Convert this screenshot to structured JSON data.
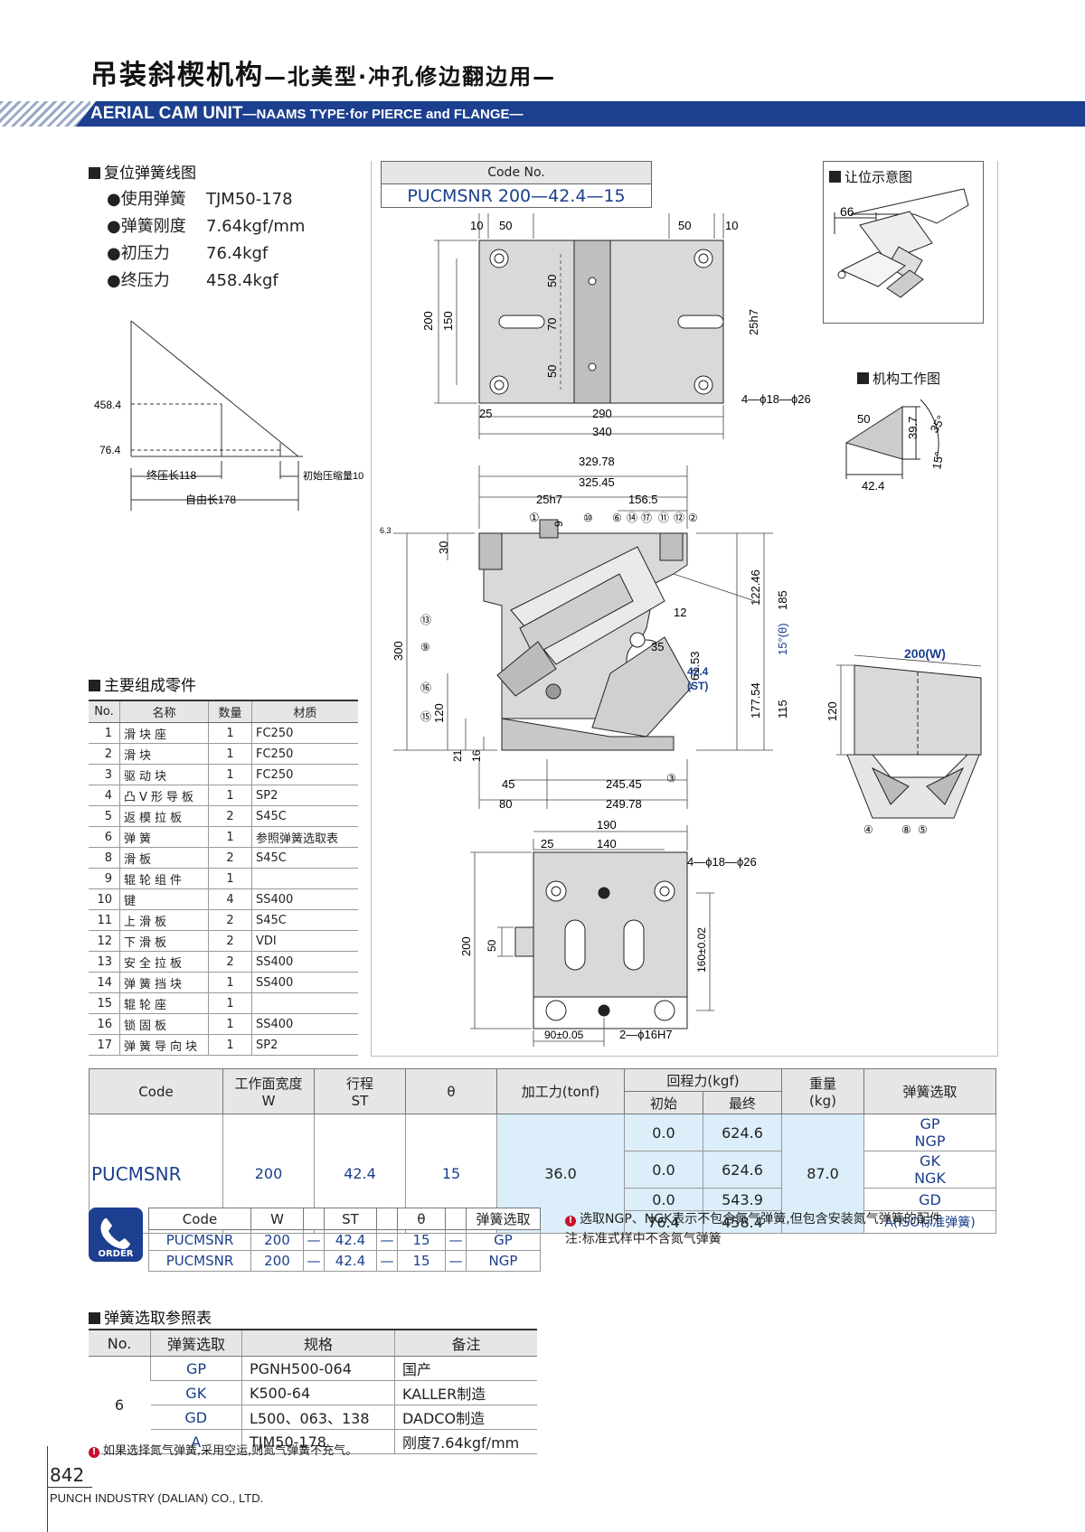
{
  "header": {
    "title_cn": "吊装斜楔机构",
    "title_cn_sub": "—北美型·冲孔修边翻边用—",
    "title_en": "AERIAL CAM UNIT",
    "title_en_sub": "—NAAMS TYPE·for PIERCE and FLANGE—"
  },
  "spring_graph": {
    "heading": "复位弹簧线图",
    "specs": [
      {
        "k": "●使用弹簧",
        "v": "TJM50-178"
      },
      {
        "k": "●弹簧刚度",
        "v": "7.64kgf/mm"
      },
      {
        "k": "●初压力",
        "v": "76.4kgf"
      },
      {
        "k": "●终压力",
        "v": "458.4kgf"
      }
    ],
    "y_labels": [
      "458.4",
      "76.4"
    ],
    "final_length": "终压长118",
    "initial_compression": "初始压缩量10",
    "free_length": "自由长178"
  },
  "drawing": {
    "code_label": "Code No.",
    "code_value": "PUCMSNR 200—42.4—15",
    "clearance_title": "让位示意图",
    "work_title": "机构工作图",
    "dims_top": [
      "10",
      "50",
      "50",
      "10",
      "200",
      "150",
      "50",
      "70",
      "50",
      "25h7",
      "4—ϕ18—ϕ26",
      "25",
      "290",
      "340"
    ],
    "dims_mid": [
      "329.78",
      "325.45",
      "25h7",
      "156.5",
      "30",
      "9",
      "300",
      "120",
      "21",
      "16",
      "45",
      "245.45",
      "80",
      "249.78",
      "12",
      "35",
      "61.53",
      "42.4",
      "(ST)",
      "122.46",
      "185",
      "15°(θ)",
      "177.54",
      "115",
      "6.3"
    ],
    "dims_bottom": [
      "190",
      "25",
      "140",
      "4—ϕ18—ϕ26",
      "200",
      "50",
      "160±0.02",
      "90±0.05",
      "2—ϕ16H7"
    ],
    "clearance_dim": "66",
    "work_dims": [
      "50",
      "39.7",
      "35°",
      "15°",
      "42.4"
    ],
    "w_label": "200(W)",
    "w_height": "120",
    "callouts_top": [
      "①",
      "⑩",
      "⑥",
      "⑭",
      "⑰",
      "⑪",
      "⑫",
      "②"
    ],
    "callouts_left": [
      "⑬",
      "⑨",
      "⑯",
      "⑮"
    ],
    "callouts_other": [
      "③",
      "④",
      "⑧",
      "⑤"
    ]
  },
  "parts": {
    "heading": "主要组成零件",
    "headers": [
      "No.",
      "名称",
      "数量",
      "材质"
    ],
    "rows": [
      [
        "1",
        "滑块座",
        "1",
        "FC250"
      ],
      [
        "2",
        "滑块",
        "1",
        "FC250"
      ],
      [
        "3",
        "驱动块",
        "1",
        "FC250"
      ],
      [
        "4",
        "凸V形导板",
        "1",
        "SP2"
      ],
      [
        "5",
        "返模拉板",
        "2",
        "S45C"
      ],
      [
        "6",
        "弹簧",
        "1",
        "参照弹簧选取表"
      ],
      [
        "8",
        "滑板",
        "2",
        "S45C"
      ],
      [
        "9",
        "辊轮组件",
        "1",
        ""
      ],
      [
        "10",
        "键",
        "4",
        "SS400"
      ],
      [
        "11",
        "上滑板",
        "2",
        "S45C"
      ],
      [
        "12",
        "下滑板",
        "2",
        "VDI"
      ],
      [
        "13",
        "安全拉板",
        "2",
        "SS400"
      ],
      [
        "14",
        "弹簧挡块",
        "1",
        "SS400"
      ],
      [
        "15",
        "辊轮座",
        "1",
        ""
      ],
      [
        "16",
        "锁固板",
        "1",
        "SS400"
      ],
      [
        "17",
        "弹簧导向块",
        "1",
        "SP2"
      ]
    ]
  },
  "main_table": {
    "h_code": "Code",
    "h_w1": "工作面宽度",
    "h_w2": "W",
    "h_st1": "行程",
    "h_st2": "ST",
    "h_theta": "θ",
    "h_force": "加工力(tonf)",
    "h_return": "回程力(kgf)",
    "h_return_start": "初始",
    "h_return_end": "最终",
    "h_weight1": "重量",
    "h_weight2": "(kg)",
    "h_spring": "弹簧选取",
    "code": "PUCMSNR",
    "w": "200",
    "st": "42.4",
    "theta": "15",
    "force": "36.0",
    "weight": "87.0",
    "returns": [
      [
        "0.0",
        "624.6"
      ],
      [
        "0.0",
        "624.6"
      ],
      [
        "0.0",
        "543.9"
      ],
      [
        "76.4",
        "458.4"
      ]
    ],
    "springs": [
      [
        "GP",
        "NGP"
      ],
      [
        "GK",
        "NGK"
      ],
      [
        "GD",
        ""
      ],
      [
        "A(ISO标准弹簧)",
        ""
      ]
    ]
  },
  "order": {
    "icon_label": "ORDER",
    "headers": [
      "Code",
      "W",
      "",
      "ST",
      "",
      "θ",
      "",
      "弹簧选取"
    ],
    "rows": [
      [
        "PUCMSNR",
        "200",
        "—",
        "42.4",
        "—",
        "15",
        "—",
        "GP"
      ],
      [
        "PUCMSNR",
        "200",
        "—",
        "42.4",
        "—",
        "15",
        "—",
        "NGP"
      ]
    ],
    "note1": "选取NGP、NGK表示不包含氮气弹簧,但包含安装氮气弹簧的配件",
    "note2": "注:标准式样中不含氮气弹簧"
  },
  "spring_table": {
    "heading": "弹簧选取参照表",
    "headers": [
      "No.",
      "弹簧选取",
      "规格",
      "备注"
    ],
    "no": "6",
    "rows": [
      [
        "GP",
        "PGNH500-064",
        "国产"
      ],
      [
        "GK",
        "K500-64",
        "KALLER制造"
      ],
      [
        "GD",
        "L500、063、138",
        "DADCO制造"
      ],
      [
        "A",
        "TJM50-178",
        "刚度7.64kgf/mm"
      ]
    ],
    "note": "如果选择氮气弹簧,采用空运,则氮气弹簧不充气。"
  },
  "footer": {
    "page": "842",
    "company": "PUNCH INDUSTRY (DALIAN) CO., LTD."
  },
  "colors": {
    "accent_blue": "#1c3f8f",
    "text_blue": "#1a3f8c",
    "cyan_cell": "#dbeef9",
    "note_red": "#c8102e"
  }
}
